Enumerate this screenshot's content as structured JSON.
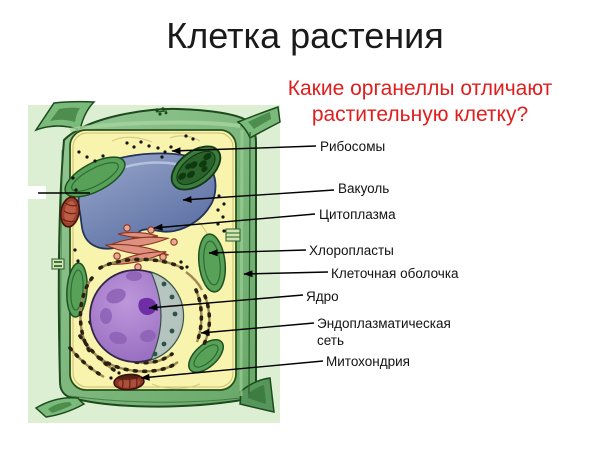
{
  "slide": {
    "title": "Клетка растения",
    "question": {
      "line1": "Какие органеллы отличают",
      "line2": "растительную клетку?"
    }
  },
  "labels": {
    "ribosomes": "Рибосомы",
    "vacuole": "Вакуоль",
    "cytoplasm": "Цитоплазма",
    "chloroplasts": "Хлоропласты",
    "cell_wall": "Клеточная оболочка",
    "nucleus": "Ядро",
    "er": "Эндоплазматическая сеть",
    "mitochondrion": "Митохондрия"
  },
  "colors": {
    "title_text": "#1a1a1a",
    "question_text": "#e01e1e",
    "label_text": "#121212",
    "diagram_background": "#ddefd2",
    "cell_wall": "#7aba7a",
    "cytoplasm": "#f8f4ae",
    "vacuole": "#7487b3",
    "nucleus": "#a77fc9",
    "nucleolus": "#6f2da6",
    "chloroplast": "#58a158",
    "chloroplast_dark": "#3b7d3f",
    "golgi": "#de9180",
    "mitochondrion": "#9c4030",
    "er_strand": "#a08952",
    "leader_line": "#000000"
  }
}
